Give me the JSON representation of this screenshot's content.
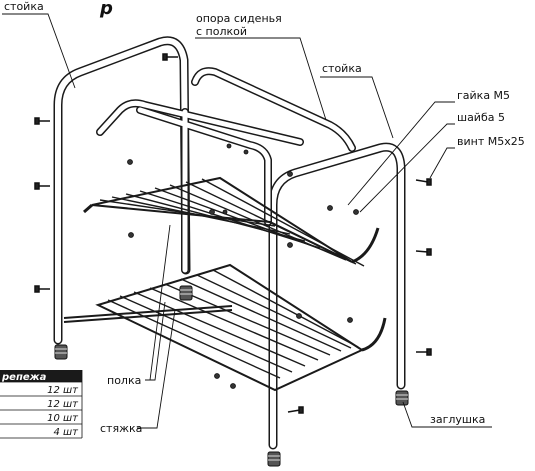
{
  "title_fragment": "р",
  "labels": {
    "stoyka_left": "стойка",
    "opora_line1": "опора сиденья",
    "opora_line2": "с полкой",
    "stoyka_right": "стойка",
    "gayka": "гайка М5",
    "shayba": "шайба 5",
    "vint": "винт М5х25",
    "polka": "полка",
    "styazhka": "стяжка",
    "zaglushka": "заглушка"
  },
  "fastener_table": {
    "header": "репежа",
    "rows": [
      "12 шт",
      "12 шт",
      "10 шт",
      "4 шт"
    ]
  }
}
